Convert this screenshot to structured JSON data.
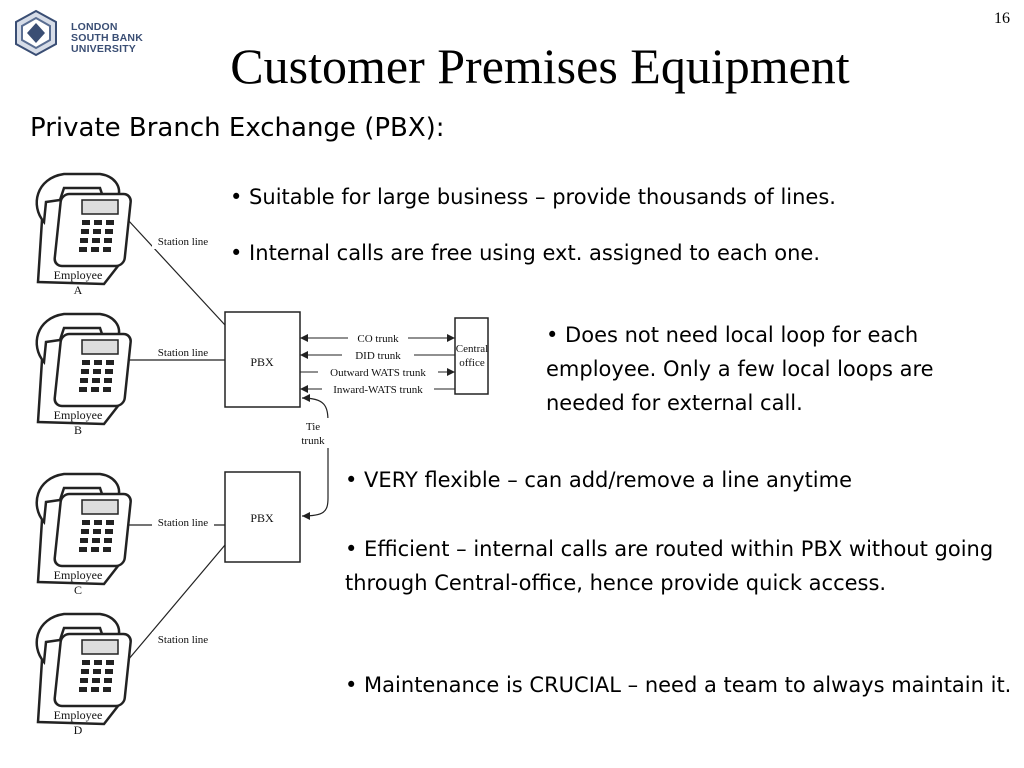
{
  "page_number": "16",
  "logo": {
    "lines": [
      "LONDON",
      "SOUTH BANK",
      "UNIVERSITY"
    ]
  },
  "title": "Customer Premises Equipment",
  "subtitle": "Private Branch Exchange (PBX):",
  "bullets": [
    "• Suitable for large business – provide thousands of lines.",
    "• Internal calls are free using ext. assigned to each one.",
    "• Does not need local loop for each employee. Only a few local loops are needed for external call.",
    "• VERY flexible – can add/remove a line anytime",
    "• Efficient – internal calls are routed within PBX without going through Central-office, hence provide quick access.",
    "• Maintenance is CRUCIAL – need a team to always maintain it."
  ],
  "diagram": {
    "pbx_label": "PBX",
    "central_office": [
      "Central",
      "office"
    ],
    "station_line": "Station line",
    "employees": [
      {
        "name": "Employee",
        "letter": "A"
      },
      {
        "name": "Employee",
        "letter": "B"
      },
      {
        "name": "Employee",
        "letter": "C"
      },
      {
        "name": "Employee",
        "letter": "D"
      }
    ],
    "trunks": [
      "CO trunk",
      "DID trunk",
      "Outward WATS trunk",
      "Inward-WATS trunk"
    ],
    "tie_trunk": [
      "Tie",
      "trunk"
    ]
  }
}
